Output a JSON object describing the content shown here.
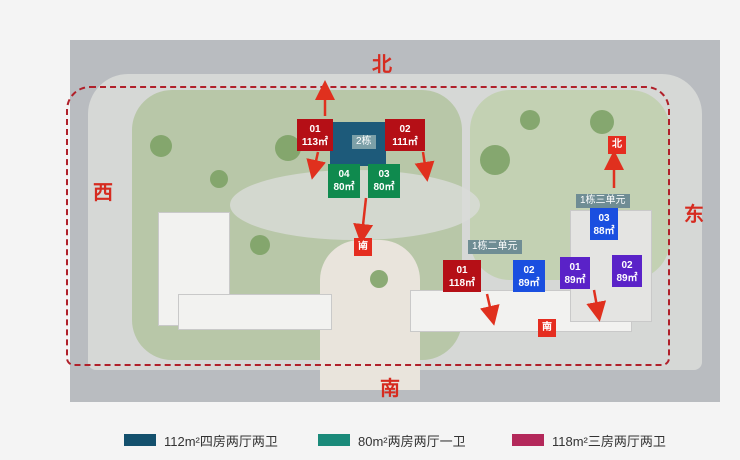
{
  "directions": {
    "north": "北",
    "south": "南",
    "west": "西",
    "east": "东"
  },
  "small_markers": {
    "north": "北",
    "south_a": "南",
    "south_b": "南"
  },
  "unit_labels": {
    "building2": "2栋",
    "b1_u2": "1栋二单元",
    "b1_u3": "1栋三单元"
  },
  "units": [
    {
      "id": "01",
      "area": "113㎡",
      "color": "#b50f16"
    },
    {
      "id": "02",
      "area": "111㎡",
      "color": "#b50f16"
    },
    {
      "id": "04",
      "area": "80㎡",
      "color": "#0f8a4e"
    },
    {
      "id": "03",
      "area": "80㎡",
      "color": "#0f8a4e"
    },
    {
      "id": "03",
      "area": "88㎡",
      "color": "#1a4fe0"
    },
    {
      "id": "01",
      "area": "118㎡",
      "color": "#b50f16"
    },
    {
      "id": "02",
      "area": "89㎡",
      "color": "#1a4fe0"
    },
    {
      "id": "01",
      "area": "89㎡",
      "color": "#5a22c8"
    },
    {
      "id": "02",
      "area": "89㎡",
      "color": "#5a22c8"
    }
  ],
  "legend": [
    {
      "label": "112m²四房两厅两卫",
      "color": "#13506d"
    },
    {
      "label": "80m²两房两厅一卫",
      "color": "#1a8a7a"
    },
    {
      "label": "118m²三房两厅两卫",
      "color": "#b3285a"
    }
  ],
  "colors": {
    "arrow": "#e0301e",
    "building2": "#1d5a7a"
  }
}
